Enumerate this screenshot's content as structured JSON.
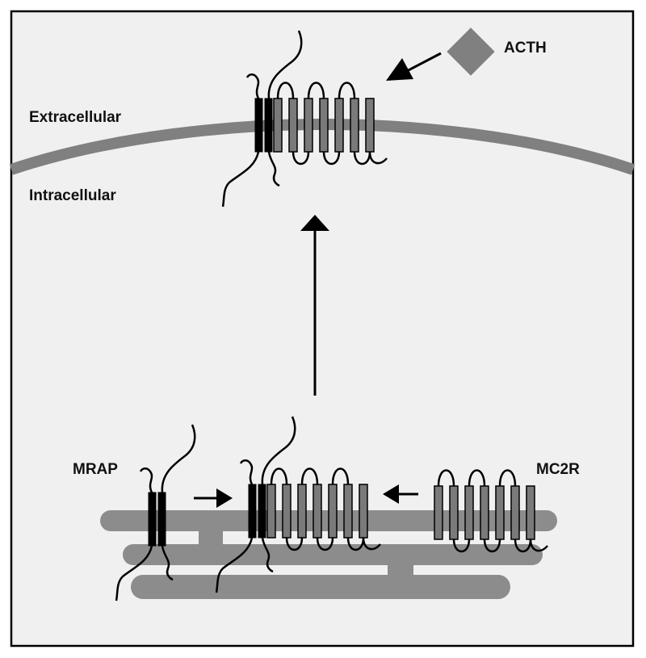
{
  "labels": {
    "extracellular": "Extracellular",
    "intracellular": "Intracellular",
    "ligand": "ACTH",
    "accessory_protein": "MRAP",
    "receptor": "MC2R"
  },
  "colors": {
    "background": "#f0f0f0",
    "membrane": "#808080",
    "receptor_fill": "#7a7a7a",
    "mrap_fill": "#000000",
    "ligand_fill": "#808080",
    "er": "#8c8c8c",
    "arrow": "#000000",
    "border": "#000000"
  },
  "icons": [
    "acth-diamond",
    "mrap-protein",
    "mc2r-receptor",
    "er-membrane",
    "plasma-membrane"
  ]
}
